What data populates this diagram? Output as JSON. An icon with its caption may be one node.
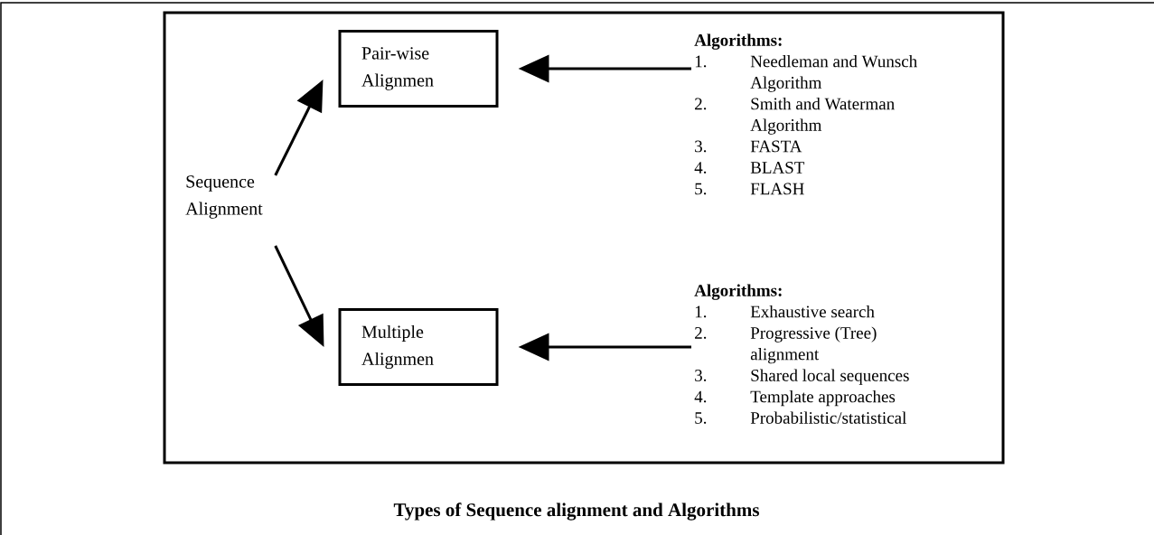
{
  "diagram": {
    "caption": "Types of Sequence alignment and Algorithms",
    "nodes": [
      {
        "text": [
          "Sequence Alignment"
        ]
      },
      {
        "text": [
          "Pair-wise Alignmen"
        ]
      },
      {
        "text": [
          "Multiple Alignmen"
        ]
      },
      {
        "text": [
          "Algorithms:",
          "1.",
          "Needleman and Wunsch Algorithm",
          "2.",
          "Smith and Waterman Algorithm",
          "3.",
          "FASTA",
          "4.",
          "BLAST",
          "5.",
          "FLASH"
        ]
      },
      {
        "text": [
          "Algorithms:",
          "1.",
          "Exhaustive search",
          "2.",
          "Progressive (Tree) alignment",
          "3.",
          "Shared local sequences",
          "4.",
          "Template approaches",
          "5.",
          "Probabilistic/statistical"
        ]
      }
    ],
    "edges": [
      {
        "from": 0,
        "to": 1,
        "arrow": "to"
      },
      {
        "from": 0,
        "to": 2,
        "arrow": "to"
      },
      {
        "from": 3,
        "to": 1,
        "arrow": "to"
      },
      {
        "from": 4,
        "to": 2,
        "arrow": "to"
      }
    ]
  }
}
